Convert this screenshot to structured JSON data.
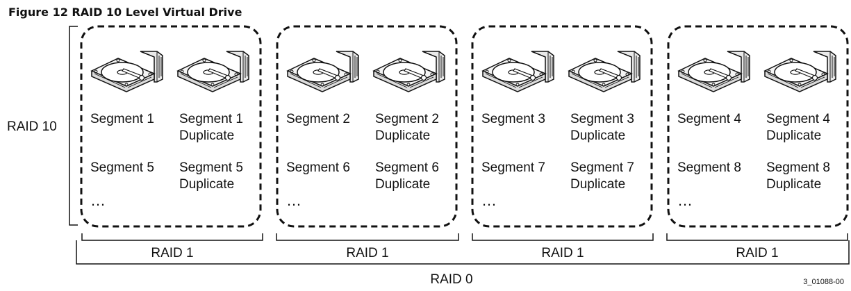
{
  "figure": {
    "title": "Figure 12  RAID 10 Level Virtual Drive",
    "id": "3_01088-00"
  },
  "outer": {
    "raid10_label": "RAID 10",
    "raid0_label": "RAID 0"
  },
  "groups": [
    {
      "label": "RAID 1",
      "left": {
        "row1": "Segment 1",
        "row2": "Segment 5"
      },
      "right": {
        "row1a": "Segment 1",
        "row1b": "Duplicate",
        "row2a": "Segment 5",
        "row2b": "Duplicate"
      },
      "ellipsis": "…"
    },
    {
      "label": "RAID 1",
      "left": {
        "row1": "Segment 2",
        "row2": "Segment 6"
      },
      "right": {
        "row1a": "Segment 2",
        "row1b": "Duplicate",
        "row2a": "Segment 6",
        "row2b": "Duplicate"
      },
      "ellipsis": "…"
    },
    {
      "label": "RAID 1",
      "left": {
        "row1": "Segment 3",
        "row2": "Segment 7"
      },
      "right": {
        "row1a": "Segment 3",
        "row1b": "Duplicate",
        "row2a": "Segment 7",
        "row2b": "Duplicate"
      },
      "ellipsis": "…"
    },
    {
      "label": "RAID 1",
      "left": {
        "row1": "Segment 4",
        "row2": "Segment 8"
      },
      "right": {
        "row1a": "Segment 4",
        "row1b": "Duplicate",
        "row2a": "Segment 8",
        "row2b": "Duplicate"
      },
      "ellipsis": "…"
    }
  ]
}
